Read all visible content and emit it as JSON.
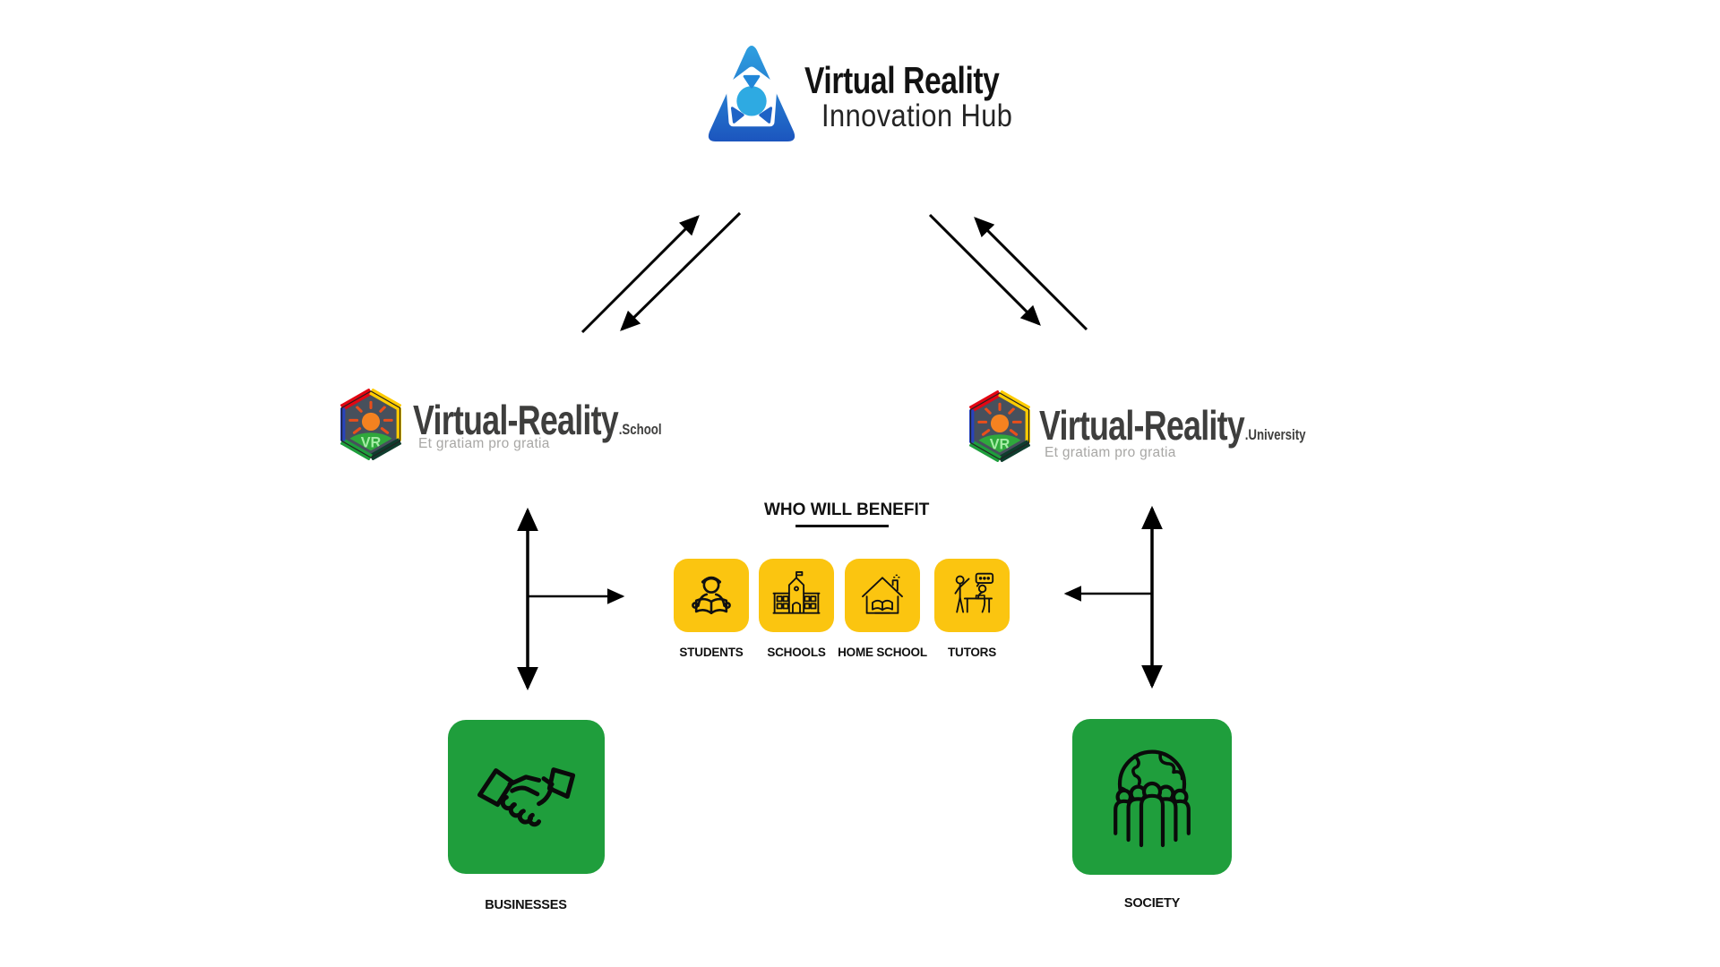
{
  "hub": {
    "title": "Virtual Reality",
    "subtitle": "Innovation Hub"
  },
  "school": {
    "brand": "Virtual-Reality",
    "domain": ".School",
    "tagline": "Et gratiam pro gratia",
    "badge": "VR"
  },
  "university": {
    "brand": "Virtual-Reality",
    "domain": ".University",
    "tagline": "Et gratiam pro gratia",
    "badge": "VR"
  },
  "benefit": {
    "heading": "WHO WILL BENEFIT",
    "items": [
      {
        "label": "STUDENTS",
        "icon": "student-reading-icon"
      },
      {
        "label": "SCHOOLS",
        "icon": "school-building-icon"
      },
      {
        "label": "HOME SCHOOL",
        "icon": "house-book-icon"
      },
      {
        "label": "TUTORS",
        "icon": "tutor-teaching-icon"
      }
    ]
  },
  "outcomes": [
    {
      "label": "BUSINESSES",
      "icon": "handshake-icon"
    },
    {
      "label": "SOCIETY",
      "icon": "globe-people-icon"
    }
  ],
  "arrows": [
    "school-to-hub",
    "hub-to-school",
    "hub-to-university",
    "university-to-hub",
    "school-businesses-two-way",
    "school-to-benefit",
    "university-society-two-way",
    "university-to-benefit"
  ],
  "colors": {
    "accent_yellow": "#FBC510",
    "accent_green": "#1F9E3C",
    "hub_blue_light": "#2EA9E2",
    "hub_blue_dark": "#1C55BE",
    "hex_red": "#E30613",
    "hex_yellow": "#FFCC00",
    "hex_blue": "#2843BC",
    "hex_green": "#1E9E3C",
    "hex_teal": "#0F3D2E",
    "arrow_black": "#000000"
  }
}
